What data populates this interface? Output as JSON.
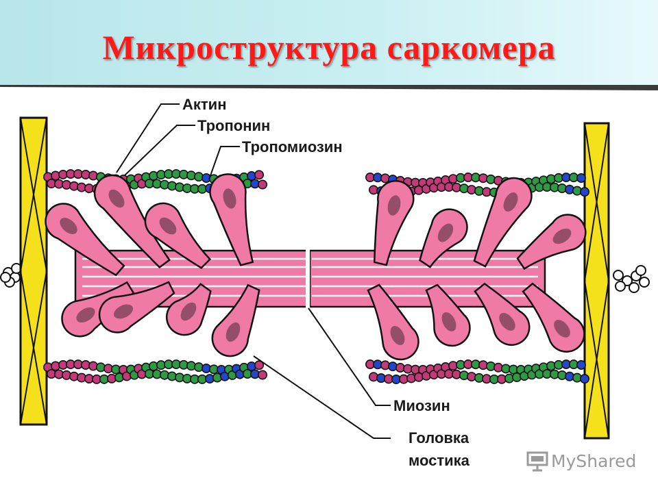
{
  "title": "Микроструктура саркомера",
  "labels": {
    "actin": "Актин",
    "troponin": "Тропонин",
    "tropomyosin": "Тропомиозин",
    "myosin": "Миозин",
    "head_line1": "Головка",
    "head_line2": "мостика"
  },
  "watermark": "MyShared",
  "colors": {
    "title": "#ff1a1a",
    "z_disc": "#f5e11b",
    "myosin": "#f07aa6",
    "actin_pink": "#c23a78",
    "actin_green": "#2f9a46",
    "actin_blue": "#2446c8"
  }
}
